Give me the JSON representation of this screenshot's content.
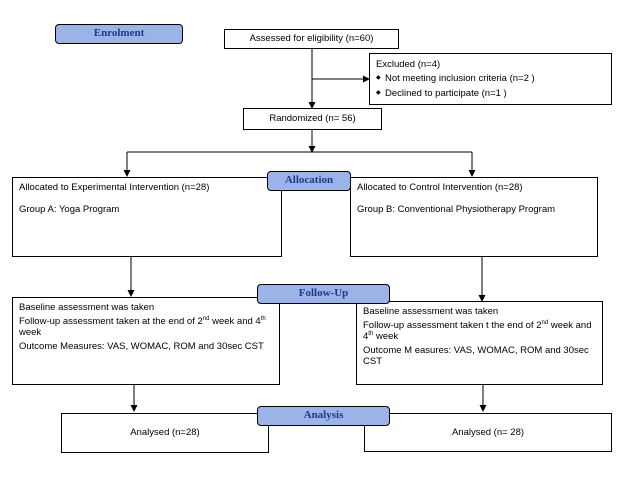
{
  "labels": {
    "enrolment": "Enrolment",
    "allocation": "Allocation",
    "follow_up": "Follow-Up",
    "analysis": "Analysis"
  },
  "boxes": {
    "assessed": "Assessed for eligibility (n=60)",
    "excluded": {
      "title": "Excluded (n=4)",
      "items": [
        "Not meeting inclusion criteria (n=2 )",
        "Declined to participate (n=1 )"
      ]
    },
    "randomized": "Randomized (n= 56)",
    "alloc_exp": {
      "title": "Allocated to Experimental Intervention (n=28)",
      "group": "Group A: Yoga Program"
    },
    "alloc_ctrl": {
      "title": "Allocated to Control Intervention (n=28)",
      "group": "Group B: Conventional Physiotherapy Program"
    },
    "follow_left": {
      "baseline": "Baseline assessment was taken",
      "followup_pre": "Follow-up assessment taken at the end of 2",
      "sup1": "nd",
      "followup_mid": " week and 4",
      "sup2": "th",
      "followup_post": " week",
      "outcome": "Outcome Measures: VAS, WOMAC, ROM and 30sec CST"
    },
    "follow_right": {
      "baseline": "Baseline assessment was taken",
      "followup_pre": "Follow-up assessment taken t the end of 2",
      "sup1": "nd",
      "followup_mid": " week and 4",
      "sup2": "th",
      "followup_post": " week",
      "outcome": "Outcome M easures: VAS, WOMAC, ROM and 30sec CST"
    },
    "analysed_left": "Analysed (n=28)",
    "analysed_right": "Analysed (n= 28)"
  }
}
